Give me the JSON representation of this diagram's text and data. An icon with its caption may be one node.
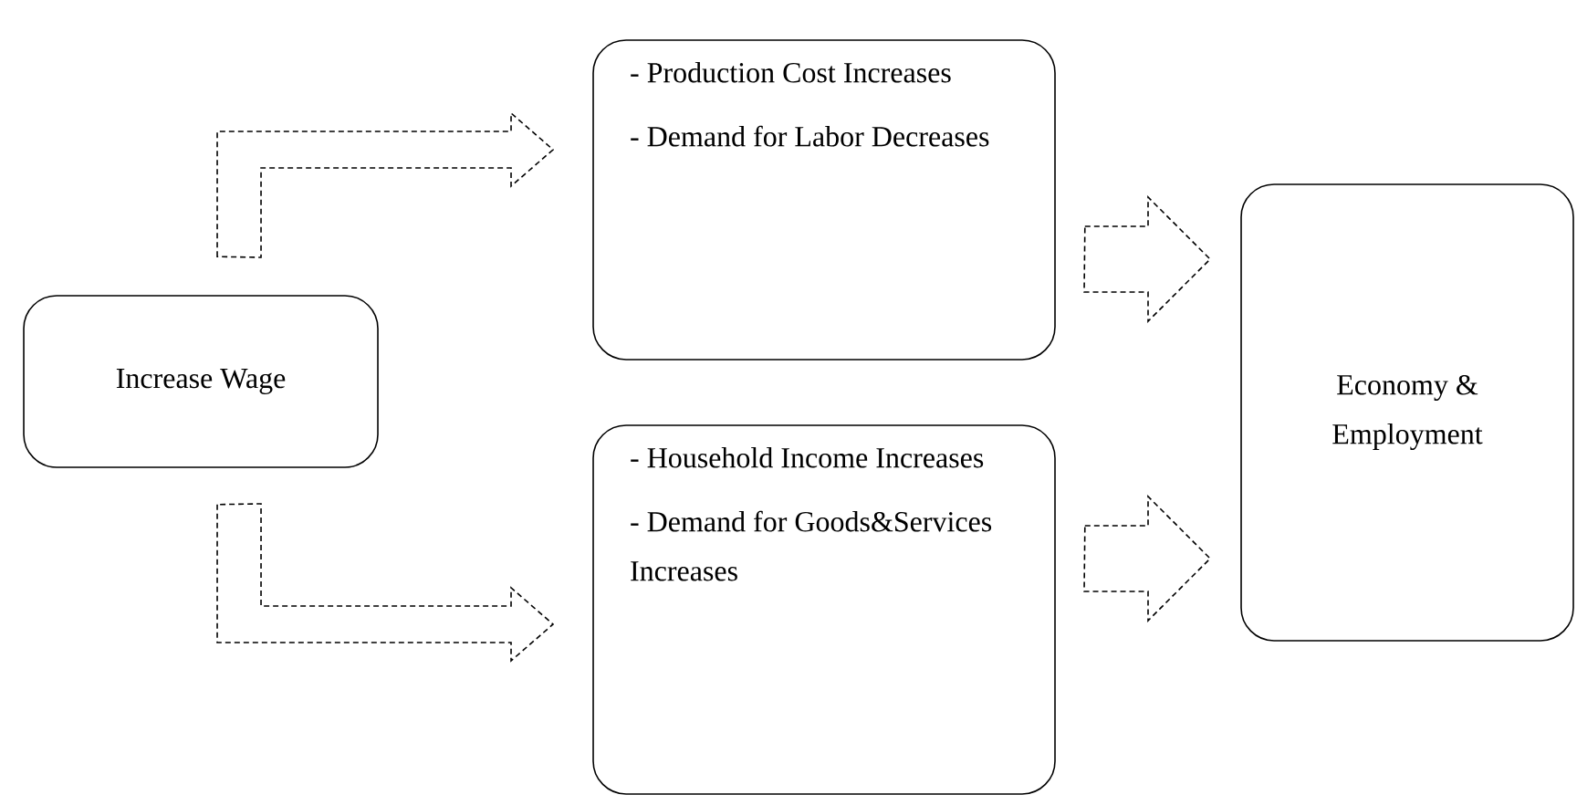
{
  "diagram": {
    "nodes": [
      {
        "text": [
          "Increase Wage"
        ]
      },
      {
        "text": [
          "- Production Cost Increases",
          "- Demand for Labor Decreases"
        ]
      },
      {
        "text": [
          "- Household Income Increases",
          "- Demand for Goods&Services Increases"
        ]
      },
      {
        "text": [
          "Economy & Employment"
        ]
      }
    ],
    "edges": [
      {
        "from": 0,
        "to": 1,
        "arrow": "to",
        "style": "dashed"
      },
      {
        "from": 0,
        "to": 2,
        "arrow": "to",
        "style": "dashed"
      },
      {
        "from": 1,
        "to": 3,
        "arrow": "to",
        "style": "dashed"
      },
      {
        "from": 2,
        "to": 3,
        "arrow": "to",
        "style": "dashed"
      }
    ]
  }
}
